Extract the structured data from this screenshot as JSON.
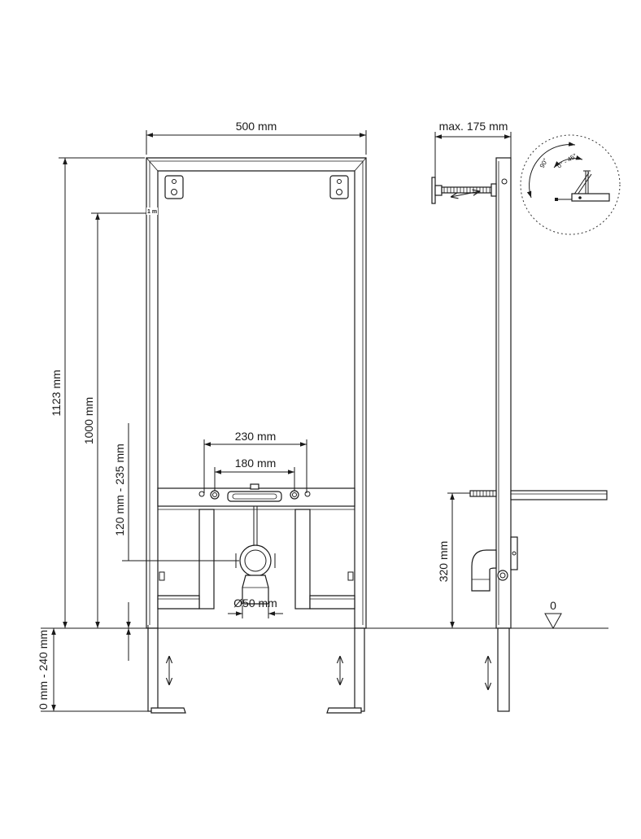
{
  "front_view": {
    "width_label": "500 mm",
    "total_height_label": "1123 mm",
    "height_1m_label": "1000 mm",
    "outlet_height_label": "120 mm - 235 mm",
    "leg_adjust_label": "0 mm - 240 mm",
    "meter_mark_label": "1 m",
    "mount_spacing_outer_label": "230 mm",
    "mount_spacing_inner_label": "180 mm",
    "drain_diameter_label": "Ø50 mm"
  },
  "side_view": {
    "depth_label": "max. 175 mm",
    "rod_height_label": "320 mm",
    "floor_level_label": "0"
  },
  "detail": {
    "angle_90_label": "90°",
    "angle_range_label": "0° - 45°"
  }
}
